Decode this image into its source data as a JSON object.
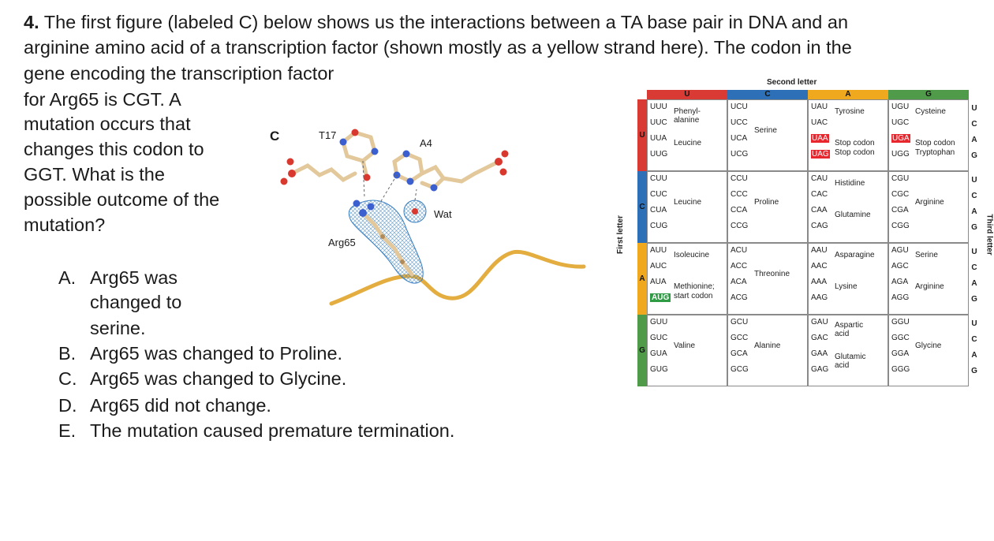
{
  "question": {
    "number": "4.",
    "lines": [
      " The first figure (labeled C) below shows us the interactions between a TA base pair in DNA and an",
      "arginine amino acid of a transcription factor (shown mostly as a yellow strand here). The codon in the",
      "gene encoding the transcription factor",
      "for Arg65 is CGT. A",
      "mutation occurs that",
      "changes this codon to",
      "GGT. What is the",
      "possible outcome of the",
      "mutation?"
    ]
  },
  "options": [
    {
      "letter": "A.",
      "lines": [
        "Arg65 was",
        "changed to",
        "serine."
      ]
    },
    {
      "letter": "B.",
      "lines": [
        "Arg65 was changed to Proline."
      ]
    },
    {
      "letter": "C.",
      "lines": [
        "Arg65 was changed to Glycine."
      ]
    },
    {
      "letter": "D.",
      "lines": [
        "Arg65 did not change."
      ]
    },
    {
      "letter": "E.",
      "lines": [
        "The mutation caused premature termination."
      ]
    }
  ],
  "figure": {
    "panel_label": "C",
    "labels": {
      "t17": "T17",
      "a4": "A4",
      "wat": "Wat",
      "arg65": "Arg65"
    },
    "colors": {
      "backbone": "#e3ad3f",
      "density": "#3a7fc0",
      "carbon": "#e2c89a",
      "nitrogen": "#3c5fcf",
      "oxygen": "#d8382e"
    }
  },
  "codon_table": {
    "second_letter_title": "Second letter",
    "first_letter_title": "First letter",
    "third_letter_title": "Third letter",
    "columns": [
      "U",
      "C",
      "A",
      "G"
    ],
    "column_colors": [
      "#d93a34",
      "#2d70b8",
      "#f0a81e",
      "#4f9b4a"
    ],
    "rows": [
      "U",
      "C",
      "A",
      "G"
    ],
    "third_letters": [
      "U",
      "C",
      "A",
      "G"
    ],
    "cells": [
      [
        {
          "codons": [
            "UUU",
            "UUC",
            "UUA",
            "UUG"
          ],
          "aa": [
            "Phenyl-\nalanine",
            "Leucine"
          ]
        },
        {
          "codons": [
            "UCU",
            "UCC",
            "UCA",
            "UCG"
          ],
          "aa": [
            "Serine"
          ]
        },
        {
          "codons": [
            "UAU",
            "UAC",
            "UAA",
            "UAG"
          ],
          "aa": [
            "Tyrosine",
            "Stop codon",
            "Stop codon"
          ]
        },
        {
          "codons": [
            "UGU",
            "UGC",
            "UGA",
            "UGG"
          ],
          "aa": [
            "Cysteine",
            "Stop codon",
            "Tryptophan"
          ]
        }
      ],
      [
        {
          "codons": [
            "CUU",
            "CUC",
            "CUA",
            "CUG"
          ],
          "aa": [
            "Leucine"
          ]
        },
        {
          "codons": [
            "CCU",
            "CCC",
            "CCA",
            "CCG"
          ],
          "aa": [
            "Proline"
          ]
        },
        {
          "codons": [
            "CAU",
            "CAC",
            "CAA",
            "CAG"
          ],
          "aa": [
            "Histidine",
            "Glutamine"
          ]
        },
        {
          "codons": [
            "CGU",
            "CGC",
            "CGA",
            "CGG"
          ],
          "aa": [
            "Arginine"
          ]
        }
      ],
      [
        {
          "codons": [
            "AUU",
            "AUC",
            "AUA",
            "AUG"
          ],
          "aa": [
            "Isoleucine",
            "Methionine;",
            "start codon"
          ]
        },
        {
          "codons": [
            "ACU",
            "ACC",
            "ACA",
            "ACG"
          ],
          "aa": [
            "Threonine"
          ]
        },
        {
          "codons": [
            "AAU",
            "AAC",
            "AAA",
            "AAG"
          ],
          "aa": [
            "Asparagine",
            "Lysine"
          ]
        },
        {
          "codons": [
            "AGU",
            "AGC",
            "AGA",
            "AGG"
          ],
          "aa": [
            "Serine",
            "Arginine"
          ]
        }
      ],
      [
        {
          "codons": [
            "GUU",
            "GUC",
            "GUA",
            "GUG"
          ],
          "aa": [
            "Valine"
          ]
        },
        {
          "codons": [
            "GCU",
            "GCC",
            "GCA",
            "GCG"
          ],
          "aa": [
            "Alanine"
          ]
        },
        {
          "codons": [
            "GAU",
            "GAC",
            "GAA",
            "GAG"
          ],
          "aa": [
            "Aspartic",
            "acid",
            "Glutamic",
            "acid"
          ]
        },
        {
          "codons": [
            "GGU",
            "GGC",
            "GGA",
            "GGG"
          ],
          "aa": [
            "Glycine"
          ]
        }
      ]
    ]
  }
}
